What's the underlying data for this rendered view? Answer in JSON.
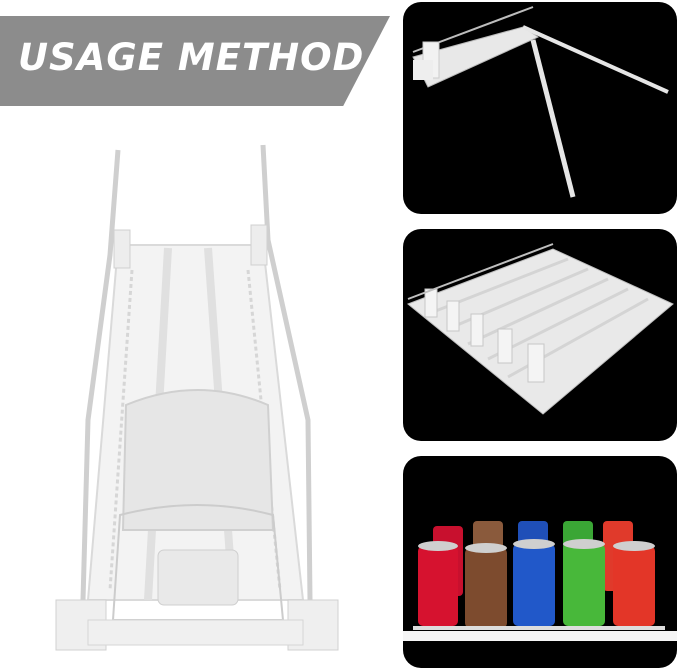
{
  "banner": {
    "title": "USAGE METHOD"
  },
  "colors": {
    "banner": "#8c8c8c",
    "panel_bg": "#000000",
    "product": "#f2f2f2"
  },
  "panels": [
    {
      "name": "extended-tray"
    },
    {
      "name": "multi-lane-tray"
    },
    {
      "name": "tray-with-cans"
    }
  ]
}
